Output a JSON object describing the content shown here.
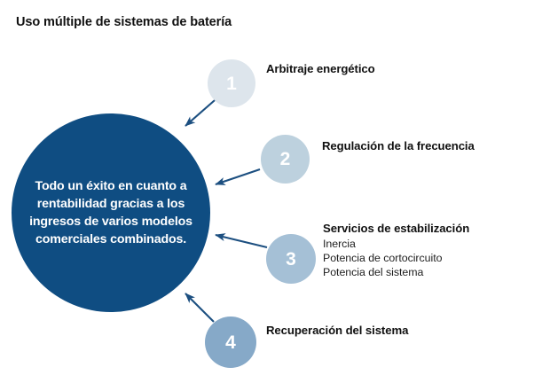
{
  "header": {
    "title": "Uso múltiple de sistemas de batería"
  },
  "hub": {
    "text": "Todo un éxito en cuanto a rentabilidad gracias a los ingresos de varios modelos comerciales combinados.",
    "color": "#0f4d82",
    "text_color": "#ffffff"
  },
  "spokes": [
    {
      "number": "1",
      "title": "Arbitraje energético",
      "subitems": [],
      "badge_color": "#dde5ec"
    },
    {
      "number": "2",
      "title": "Regulación de la frecuencia",
      "subitems": [],
      "badge_color": "#bdd1de"
    },
    {
      "number": "3",
      "title": "Servicios de estabilización",
      "subitems": [
        "Inercia",
        "Potencia de cortocircuito",
        "Potencia del sistema"
      ],
      "badge_color": "#a5c0d6"
    },
    {
      "number": "4",
      "title": "Recuperación del sistema",
      "subitems": [],
      "badge_color": "#86a9c8"
    }
  ],
  "arrows": {
    "color": "#1c4f80",
    "count": 4,
    "direction": "spoke-to-hub"
  },
  "chart_data": {
    "type": "diagram",
    "title": "Uso múltiple de sistemas de batería",
    "center_label": "Todo un éxito en cuanto a rentabilidad gracias a los ingresos de varios modelos comerciales combinados.",
    "categories": [
      "Arbitraje energético",
      "Regulación de la frecuencia",
      "Servicios de estabilización",
      "Recuperación del sistema"
    ],
    "numbers": [
      "1",
      "2",
      "3",
      "4"
    ]
  }
}
